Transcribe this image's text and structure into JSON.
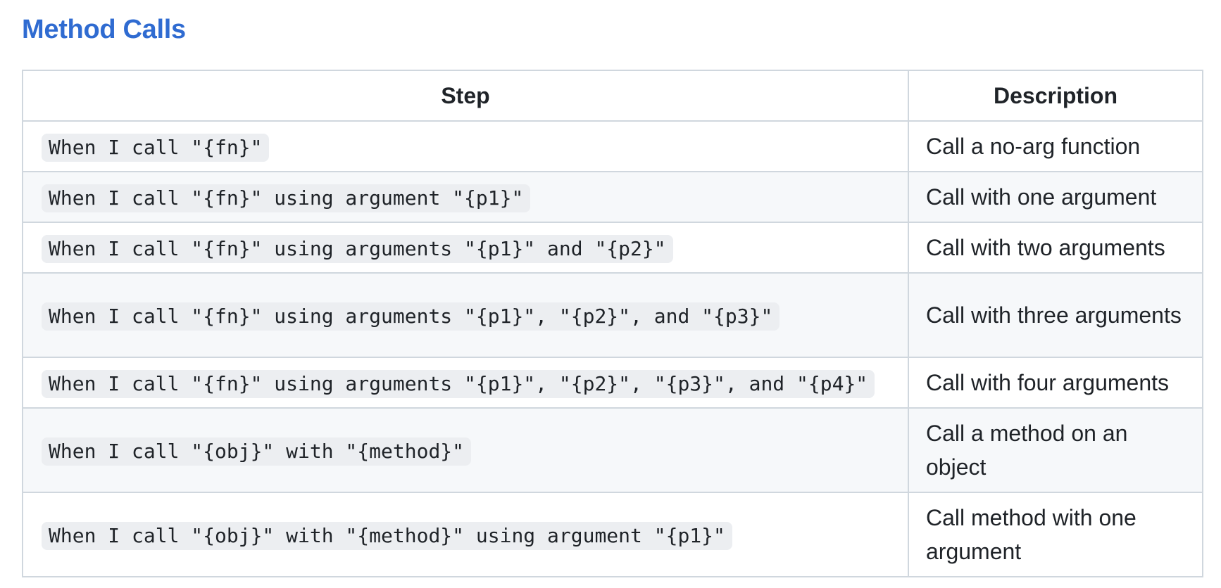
{
  "section": {
    "title": "Method Calls"
  },
  "table": {
    "headers": {
      "step": "Step",
      "description": "Description"
    },
    "rows": [
      {
        "step": "When I call \"{fn}\"",
        "description": "Call a no-arg function"
      },
      {
        "step": "When I call \"{fn}\" using argument \"{p1}\"",
        "description": "Call with one argument"
      },
      {
        "step": "When I call \"{fn}\" using arguments \"{p1}\" and \"{p2}\"",
        "description": "Call with two arguments"
      },
      {
        "step": "When I call \"{fn}\" using arguments \"{p1}\", \"{p2}\", and \"{p3}\"",
        "description": "Call with three arguments"
      },
      {
        "step": "When I call \"{fn}\" using arguments \"{p1}\", \"{p2}\", \"{p3}\", and \"{p4}\"",
        "description": "Call with four arguments"
      },
      {
        "step": "When I call \"{obj}\" with \"{method}\"",
        "description": "Call a method on an object"
      },
      {
        "step": "When I call \"{obj}\" with \"{method}\" using argument \"{p1}\"",
        "description": "Call method with one argument"
      }
    ]
  },
  "colors": {
    "heading": "#2f6bd1",
    "border": "#d0d7de",
    "stripe": "#f6f8fa",
    "code_bg": "#eceef1",
    "text": "#1f2328"
  }
}
